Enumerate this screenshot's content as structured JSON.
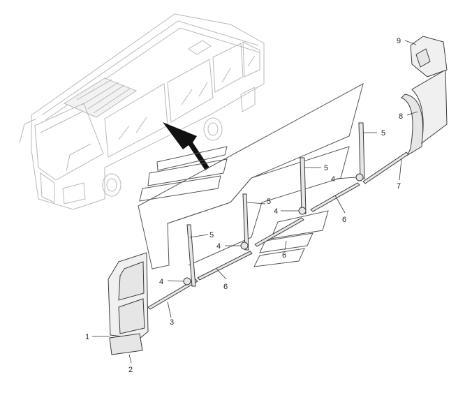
{
  "callouts": [
    {
      "id": "c1",
      "label": "1"
    },
    {
      "id": "c2",
      "label": "2"
    },
    {
      "id": "c3",
      "label": "3"
    },
    {
      "id": "c4a",
      "label": "4"
    },
    {
      "id": "c4b",
      "label": "4"
    },
    {
      "id": "c4c",
      "label": "4"
    },
    {
      "id": "c4d",
      "label": "4"
    },
    {
      "id": "c5a",
      "label": "5"
    },
    {
      "id": "c5b",
      "label": "5"
    },
    {
      "id": "c5c",
      "label": "5"
    },
    {
      "id": "c5d",
      "label": "5"
    },
    {
      "id": "c6a",
      "label": "6"
    },
    {
      "id": "c6b",
      "label": "6"
    },
    {
      "id": "c6c",
      "label": "6"
    },
    {
      "id": "c7",
      "label": "7"
    },
    {
      "id": "c8",
      "label": "8"
    },
    {
      "id": "c9",
      "label": "9"
    }
  ]
}
